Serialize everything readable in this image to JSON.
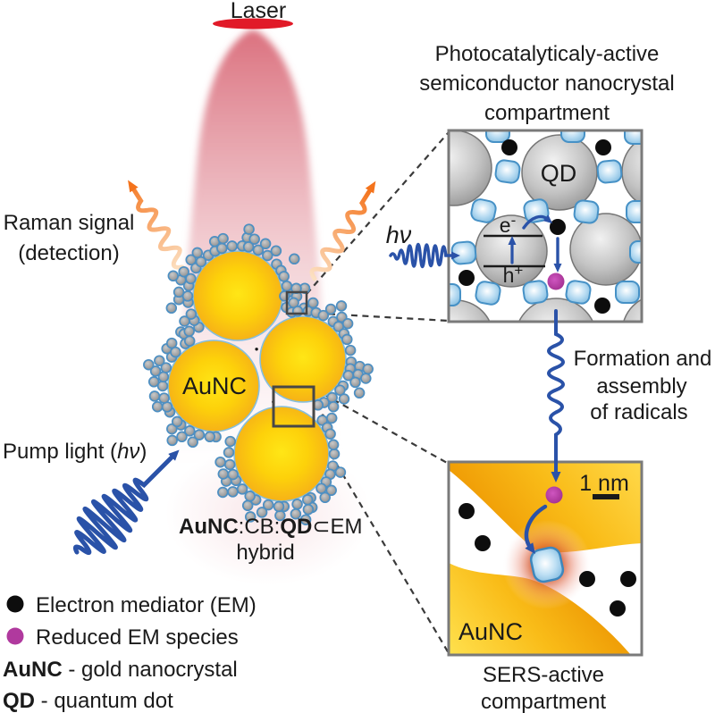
{
  "laser": {
    "label": "Laser"
  },
  "raman": {
    "line1": "Raman signal",
    "line2": "(detection)"
  },
  "pump": {
    "prefix": "Pump light (",
    "hv": "hν",
    "suffix": ")"
  },
  "cluster": {
    "label": "AuNC"
  },
  "hybrid": {
    "bold1": "AuNC",
    "mid": ":CB:",
    "bold2": "QD",
    "tail": "⊂EM",
    "line2": "hybrid"
  },
  "legend": {
    "em_label": "Electron mediator (EM)",
    "reduced_label": "Reduced EM species",
    "aunc_abbr": "AuNC",
    "aunc_desc": " - gold nanocrystal",
    "qd_abbr": "QD",
    "qd_desc": " - quantum dot"
  },
  "qd_inset": {
    "title1": "Photocatalyticaly-active",
    "title2": "semiconductor nanocrystal",
    "title3": "compartment",
    "qd_label": "QD",
    "hv": "hν",
    "e_base": "e",
    "e_sup": "-",
    "h_base": "h",
    "h_sup": "+"
  },
  "formation": {
    "line1": "Formation and",
    "line2": "assembly",
    "line3": "of radicals"
  },
  "sers_inset": {
    "scale_label": "1 nm",
    "aunc_label": "AuNC",
    "caption1": "SERS-active",
    "caption2": "compartment"
  },
  "colors": {
    "laser_red": "#e11a28",
    "accent_blue": "#2a52a8",
    "orange": "#f4731c",
    "purple": "#b0399e",
    "em_black": "#0d0d0d"
  }
}
